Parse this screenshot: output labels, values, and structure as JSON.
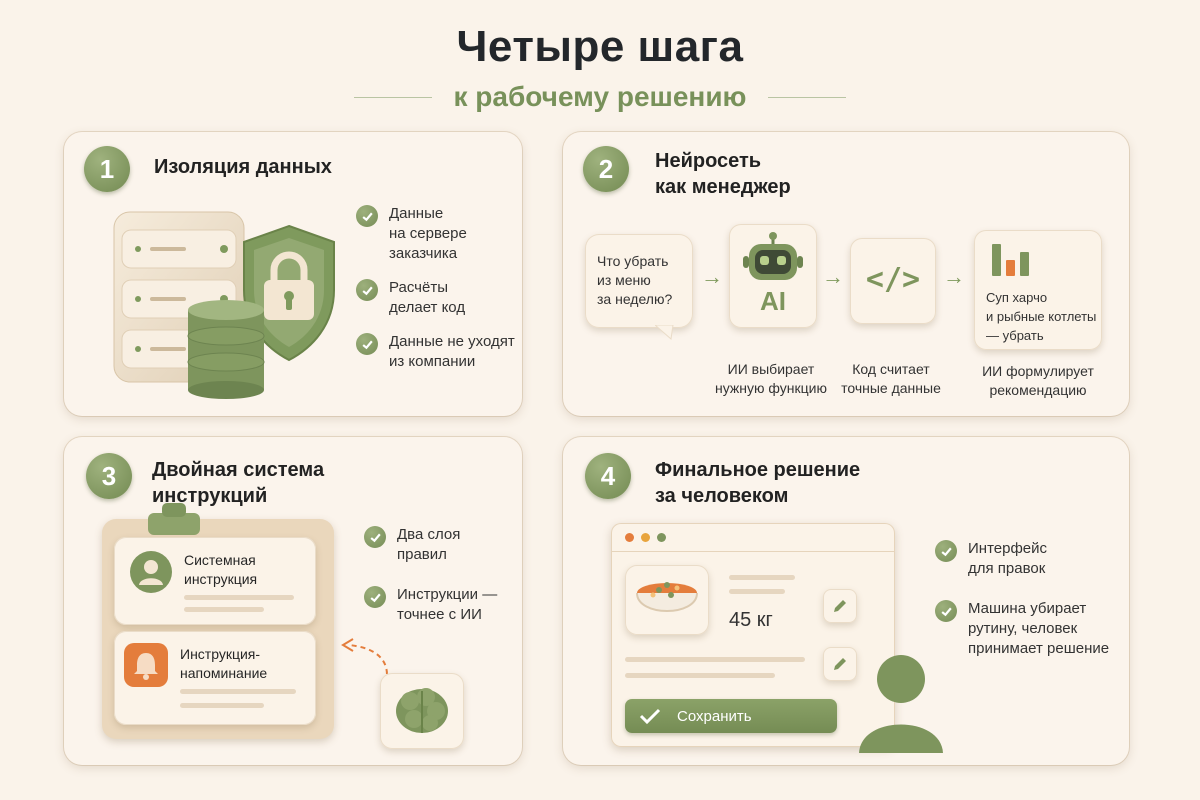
{
  "header": {
    "title": "Четыре шага",
    "subtitle": "к рабочему решению"
  },
  "steps": [
    {
      "number": "1",
      "title": "Изоляция данных",
      "checks": [
        "Данные\nна сервере\nзаказчика",
        "Расчёты\nделает код",
        "Данные не уходят\nиз компании"
      ]
    },
    {
      "number": "2",
      "title": "Нейросеть\nкак менеджер",
      "question": "Что убрать\nиз меню\nза неделю?",
      "ai_label": "AI",
      "code_symbol": "</>",
      "result": "Суп харчо\nи рыбные котлеты\n— убрать",
      "captions": [
        "ИИ выбирает\nнужную функцию",
        "Код считает\nточные данные",
        "ИИ формулирует\nрекомендацию"
      ]
    },
    {
      "number": "3",
      "title": "Двойная система\nинструкций",
      "instruction_1": "Системная\nинструкция",
      "instruction_2": "Инструкция-\nнапоминание",
      "checks": [
        "Два слоя\nправил",
        "Инструкции —\nточнее с ИИ"
      ]
    },
    {
      "number": "4",
      "title": "Финальное решение\nза человеком",
      "weight": "45 кг",
      "save_label": "Сохранить",
      "checks": [
        "Интерфейс\nдля правок",
        "Машина убирает\nрутину, человек\nпринимает решение"
      ]
    }
  ],
  "colors": {
    "accent_green": "#7e955d",
    "accent_orange": "#e47d3c",
    "background": "#faf3ea"
  },
  "icons": [
    "server-icon",
    "shield-lock-icon",
    "database-icon",
    "robot-icon",
    "code-icon",
    "bar-chart-icon",
    "user-icon",
    "bell-icon",
    "brain-icon",
    "soup-bowl-icon",
    "pencil-icon",
    "person-icon"
  ]
}
